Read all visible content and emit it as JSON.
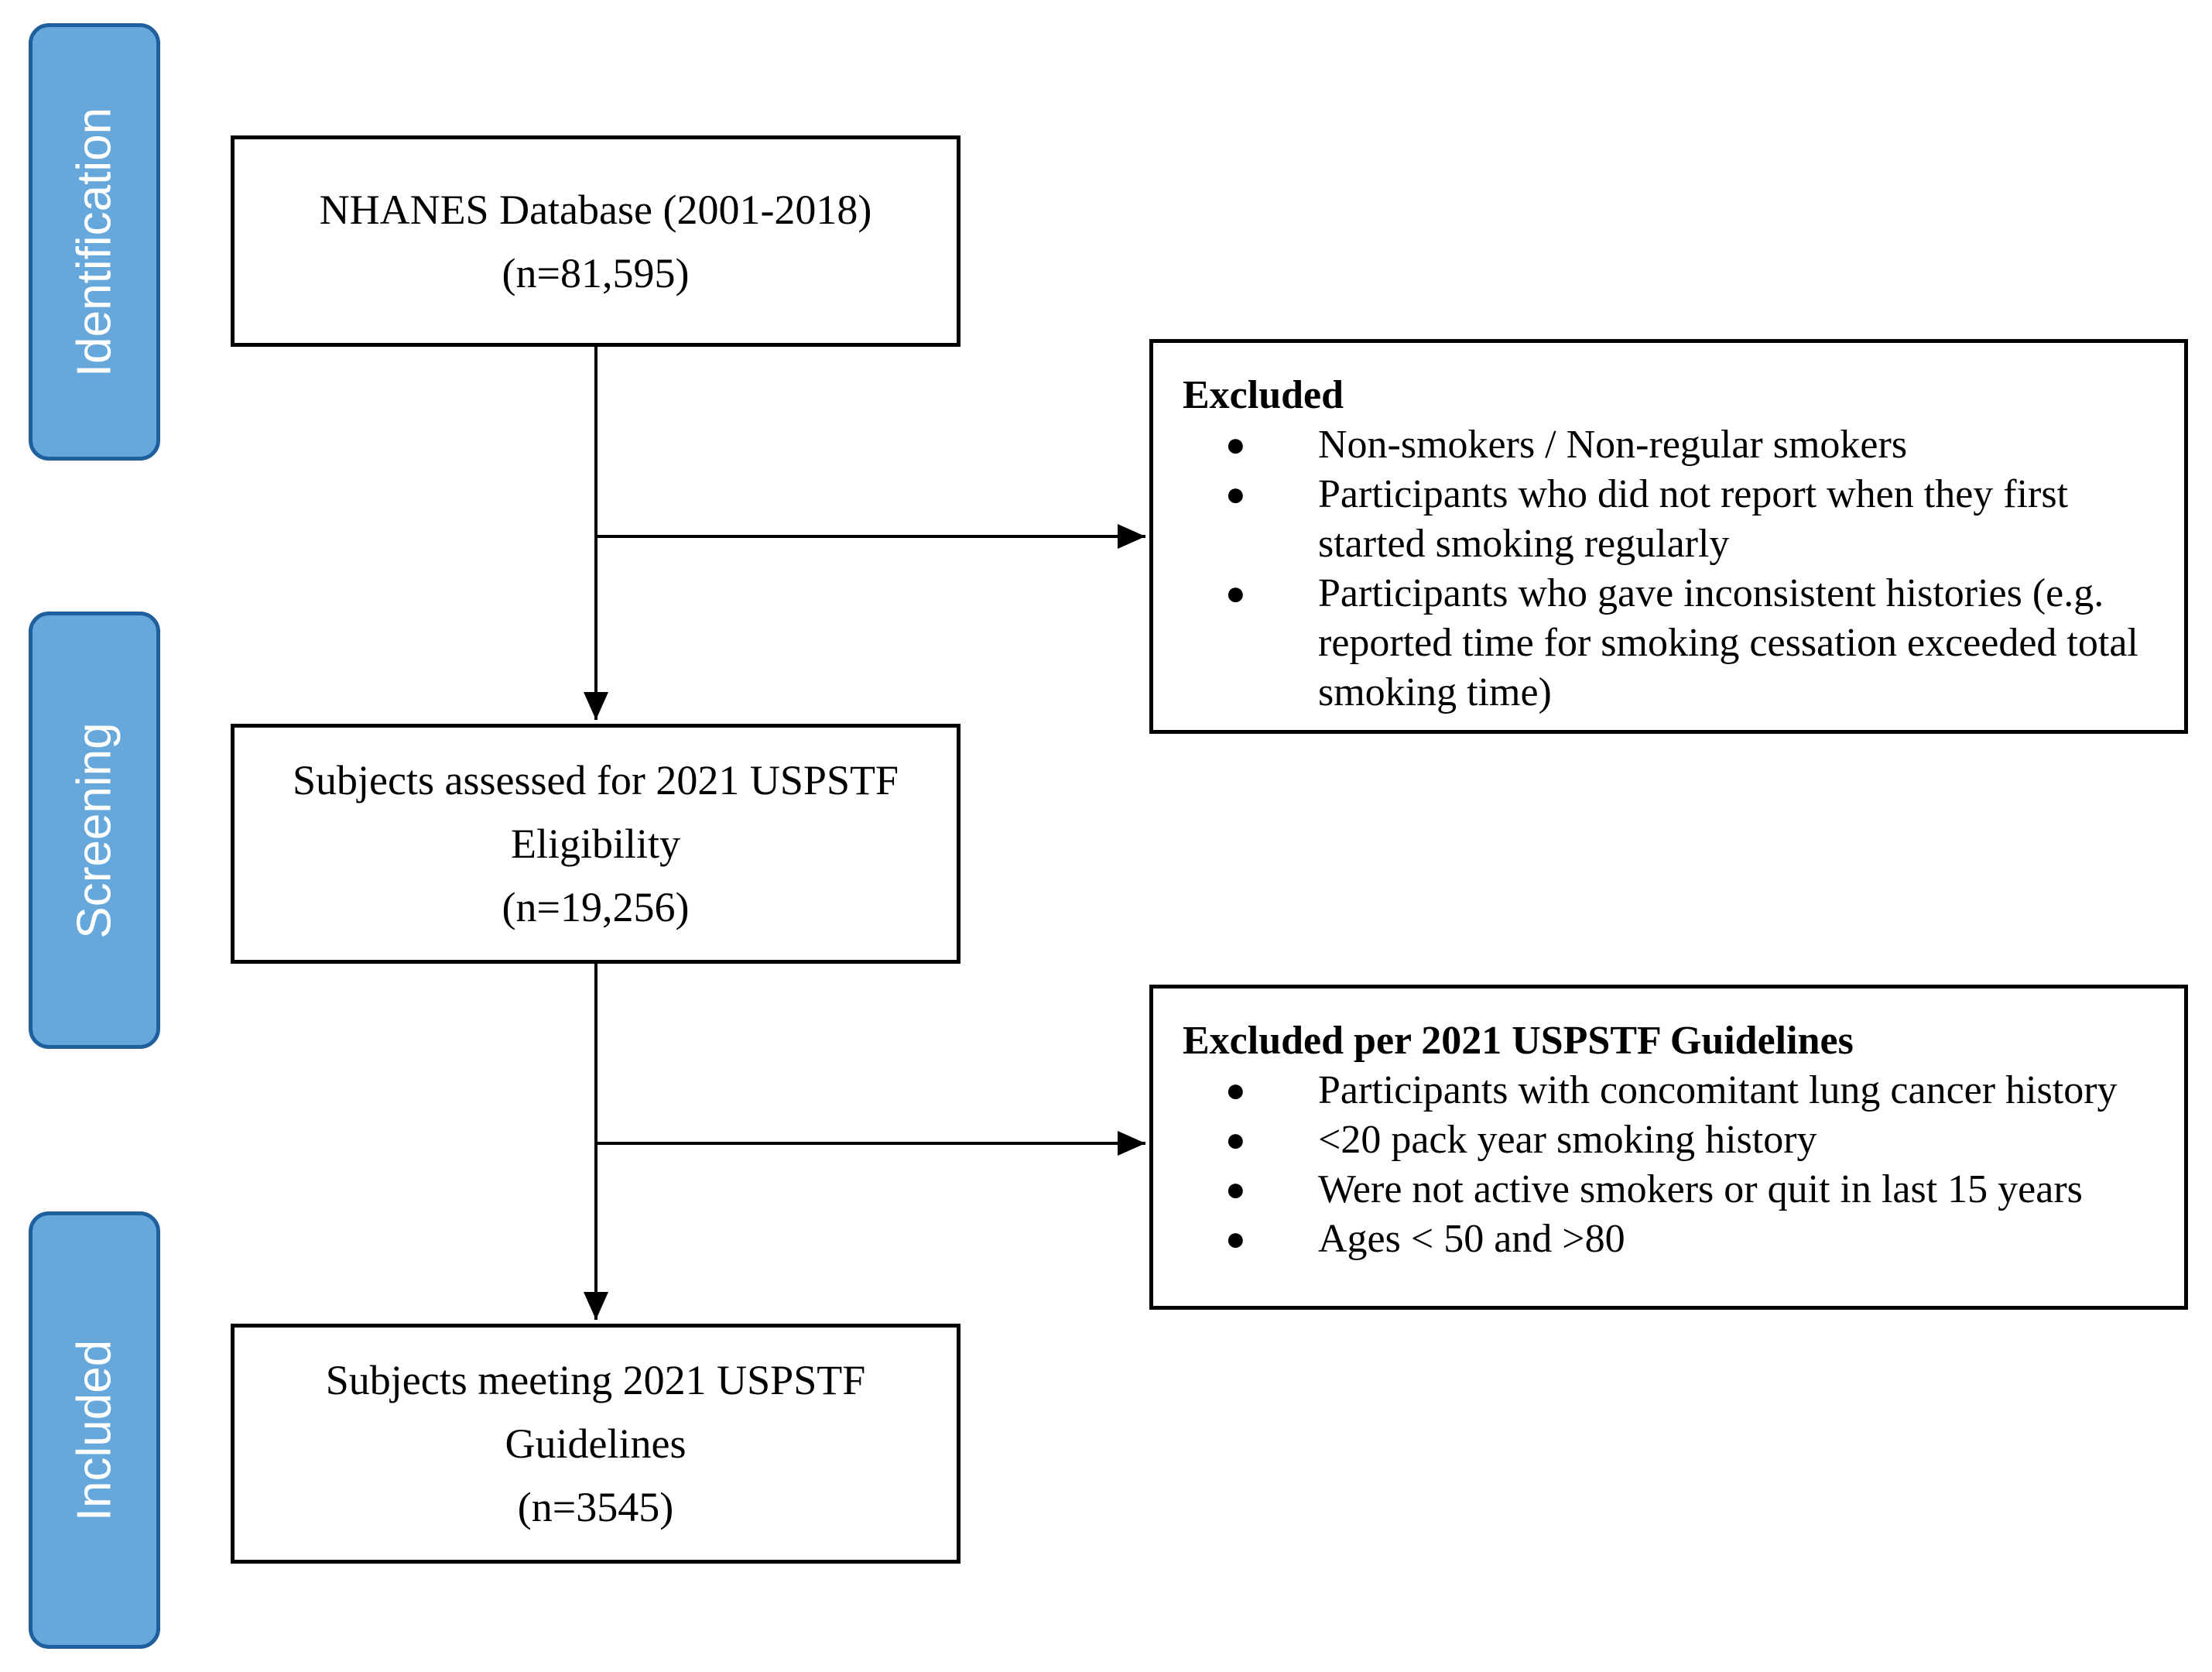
{
  "phases": {
    "identification": "Identification",
    "screening": "Screening",
    "included": "Included"
  },
  "boxes": {
    "nhanes": {
      "line1": "NHANES Database (2001-2018)",
      "line2": "(n=81,595)"
    },
    "assessed": {
      "line1": "Subjects assessed for 2021 USPSTF",
      "line2": "Eligibility",
      "line3": "(n=19,256)"
    },
    "meeting": {
      "line1": "Subjects meeting 2021 USPSTF",
      "line2": "Guidelines",
      "line3": "(n=3545)"
    }
  },
  "excluded_1": {
    "title": "Excluded",
    "items": [
      "Non-smokers / Non-regular smokers",
      "Participants who did not report when they first started smoking regularly",
      "Participants who gave inconsistent histories (e.g. reported time for smoking cessation exceeded total smoking time)"
    ]
  },
  "excluded_2": {
    "title": "Excluded per 2021 USPSTF Guidelines",
    "items": [
      "Participants with concomitant lung cancer history",
      "<20 pack year smoking history",
      "Were not active smokers or quit in last 15 years",
      "Ages < 50 and >80"
    ]
  },
  "bullet": "●"
}
